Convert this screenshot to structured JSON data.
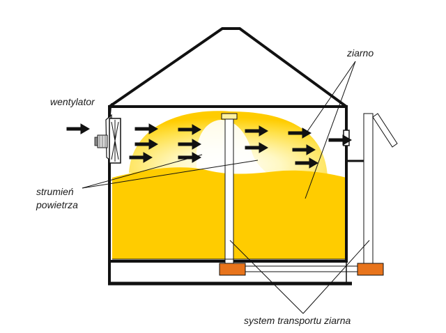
{
  "labels": {
    "fan": "wentylator",
    "grain": "ziarno",
    "airflow_line1": "strumień",
    "airflow_line2": "powietrza",
    "transport": "system transportu ziarna"
  },
  "colors": {
    "grain_fill": "#ffcc00",
    "grain_glow": "#fff6b0",
    "conveyor": "#e8741c",
    "outline": "#111111",
    "background": "#ffffff"
  },
  "icons": {
    "fan": "axial-fan-icon",
    "airflow": "arrow-right-icon"
  }
}
